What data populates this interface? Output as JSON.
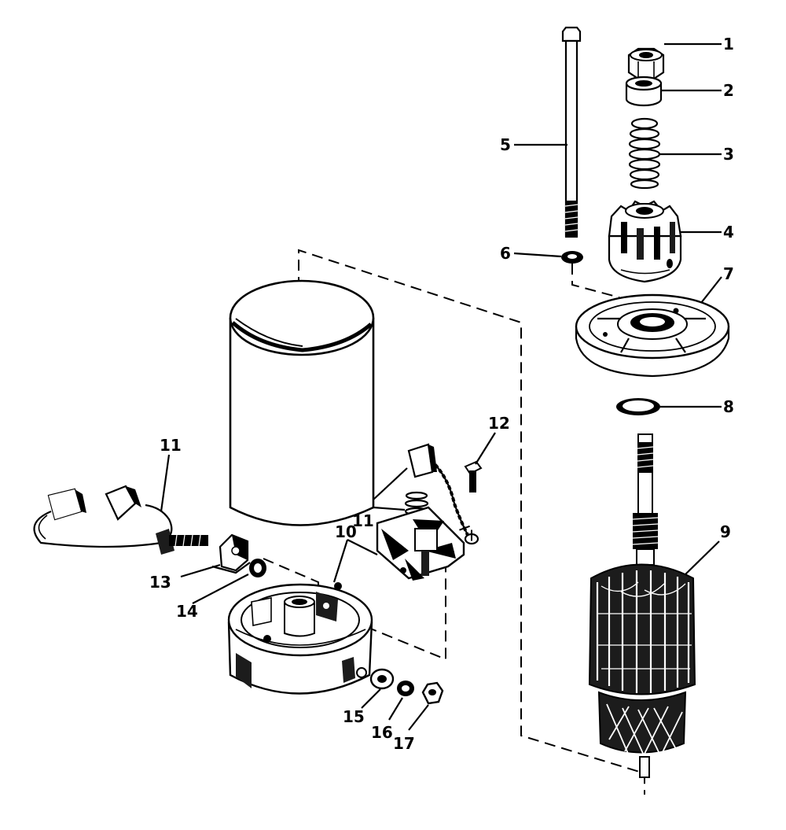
{
  "callouts": {
    "c1": "1",
    "c2": "2",
    "c3": "3",
    "c4": "4",
    "c5": "5",
    "c6": "6",
    "c7": "7",
    "c8": "8",
    "c9": "9",
    "c10": "10",
    "c11a": "11",
    "c11b": "11",
    "c12": "12",
    "c13": "13",
    "c14": "14",
    "c15": "15",
    "c16": "16",
    "c17": "17"
  }
}
